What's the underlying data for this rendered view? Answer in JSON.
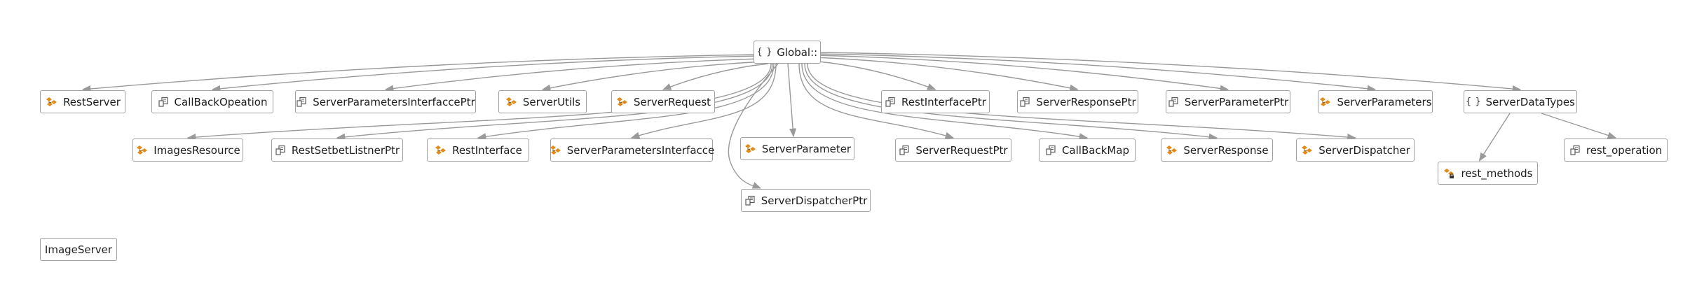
{
  "diagram": {
    "root": {
      "id": "global",
      "label": "Global::",
      "icon": "namespace-icon"
    },
    "nodes": [
      {
        "id": "restserver",
        "label": "RestServer",
        "icon": "class-icon"
      },
      {
        "id": "callbackopeation",
        "label": "CallBackOpeation",
        "icon": "typedef-icon"
      },
      {
        "id": "serverparamsifaceptr",
        "label": "ServerParametersInterfaccePtr",
        "icon": "typedef-icon"
      },
      {
        "id": "serverutils",
        "label": "ServerUtils",
        "icon": "class-icon"
      },
      {
        "id": "serverrequest",
        "label": "ServerRequest",
        "icon": "class-icon"
      },
      {
        "id": "restinterfaceptr",
        "label": "RestInterfacePtr",
        "icon": "typedef-icon"
      },
      {
        "id": "serverresponseptr",
        "label": "ServerResponsePtr",
        "icon": "typedef-icon"
      },
      {
        "id": "serverparameterptr",
        "label": "ServerParameterPtr",
        "icon": "typedef-icon"
      },
      {
        "id": "serverparameters",
        "label": "ServerParameters",
        "icon": "class-icon"
      },
      {
        "id": "serverdatatypes",
        "label": "ServerDataTypes",
        "icon": "namespace-icon"
      },
      {
        "id": "imagesresource",
        "label": "ImagesResource",
        "icon": "class-icon"
      },
      {
        "id": "restsetbetlistnerptr",
        "label": "RestSetbetListnerPtr",
        "icon": "typedef-icon"
      },
      {
        "id": "restinterface",
        "label": "RestInterface",
        "icon": "class-icon"
      },
      {
        "id": "serverparamsiface",
        "label": "ServerParametersInterfacce",
        "icon": "class-icon"
      },
      {
        "id": "serverparameter",
        "label": "ServerParameter",
        "icon": "class-icon"
      },
      {
        "id": "serverrequestptr",
        "label": "ServerRequestPtr",
        "icon": "typedef-icon"
      },
      {
        "id": "callbackmap",
        "label": "CallBackMap",
        "icon": "typedef-icon"
      },
      {
        "id": "serverresponse",
        "label": "ServerResponse",
        "icon": "class-icon"
      },
      {
        "id": "serverdispatcher",
        "label": "ServerDispatcher",
        "icon": "class-icon"
      },
      {
        "id": "serverdispatcherptr",
        "label": "ServerDispatcherPtr",
        "icon": "typedef-icon"
      },
      {
        "id": "rest_methods",
        "label": "rest_methods",
        "icon": "enum-icon"
      },
      {
        "id": "rest_operation",
        "label": "rest_operation",
        "icon": "typedef-icon"
      },
      {
        "id": "imageserver",
        "label": "ImageServer",
        "icon": ""
      }
    ],
    "edges": [
      [
        "global",
        "restserver"
      ],
      [
        "global",
        "callbackopeation"
      ],
      [
        "global",
        "serverparamsifaceptr"
      ],
      [
        "global",
        "serverutils"
      ],
      [
        "global",
        "serverrequest"
      ],
      [
        "global",
        "restinterfaceptr"
      ],
      [
        "global",
        "serverresponseptr"
      ],
      [
        "global",
        "serverparameterptr"
      ],
      [
        "global",
        "serverparameters"
      ],
      [
        "global",
        "serverdatatypes"
      ],
      [
        "global",
        "imagesresource"
      ],
      [
        "global",
        "restsetbetlistnerptr"
      ],
      [
        "global",
        "restinterface"
      ],
      [
        "global",
        "serverparamsiface"
      ],
      [
        "global",
        "serverparameter"
      ],
      [
        "global",
        "serverrequestptr"
      ],
      [
        "global",
        "callbackmap"
      ],
      [
        "global",
        "serverresponse"
      ],
      [
        "global",
        "serverdispatcher"
      ],
      [
        "global",
        "serverdispatcherptr"
      ],
      [
        "serverdatatypes",
        "rest_methods"
      ],
      [
        "serverdatatypes",
        "rest_operation"
      ]
    ],
    "colors": {
      "edge": "#9a9a9a",
      "class_icon": "#e08b1a",
      "typedef_icon": "#5a5a5a"
    }
  }
}
